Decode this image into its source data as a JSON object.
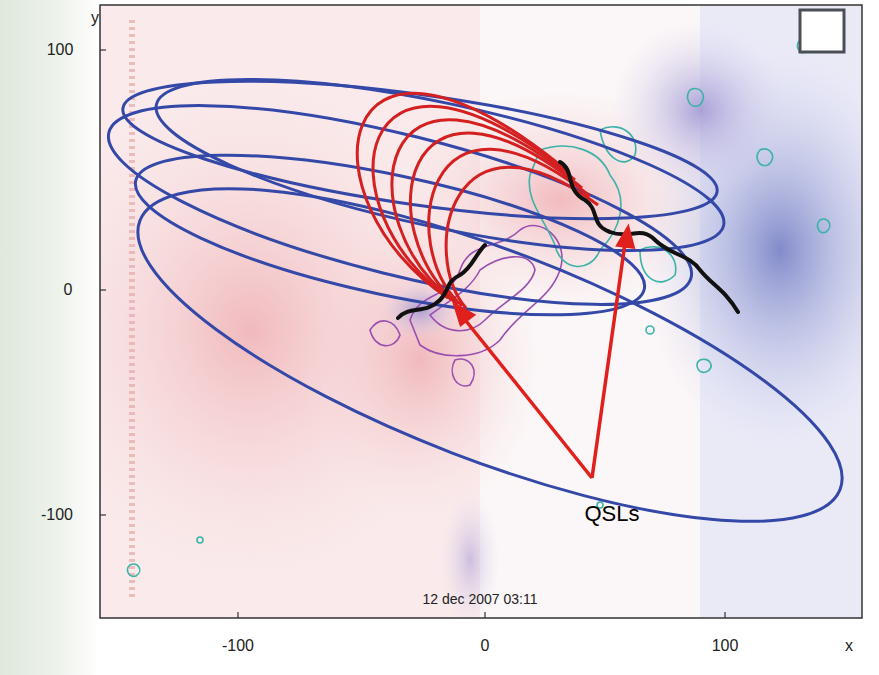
{
  "diagram": {
    "labels": [
      "y",
      "100",
      "0",
      "-100",
      "12 dec 2007 03:11",
      "-100",
      "0",
      "100",
      "x",
      "QSLs"
    ]
  }
}
